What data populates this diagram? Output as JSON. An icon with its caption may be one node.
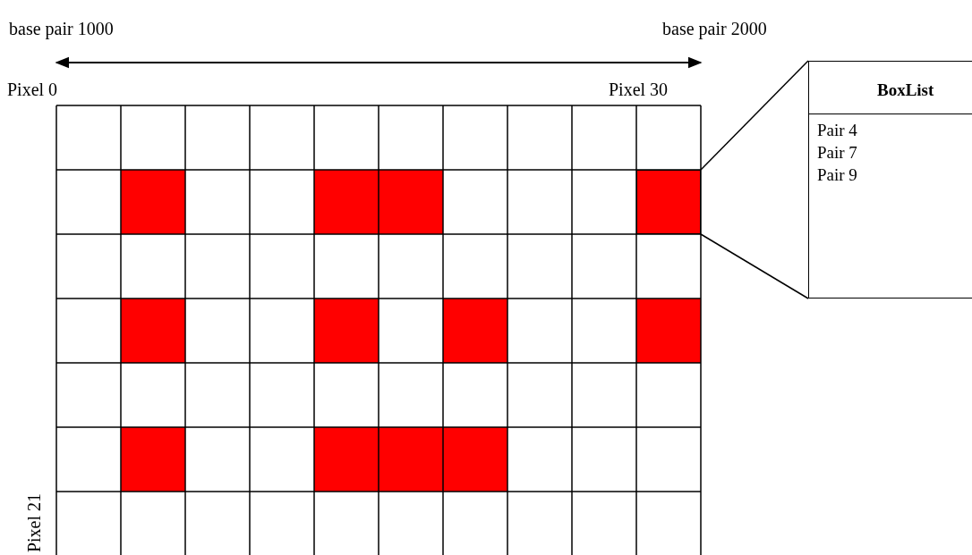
{
  "diagram": {
    "nodes": [
      {
        "text": [],
        "shape": "box"
      },
      {
        "text": [
          "BoxList",
          "Pair 4",
          "Pair 7",
          "Pair 9"
        ]
      }
    ],
    "edges": [
      {
        "from": 0,
        "to": 1,
        "arrow": "none"
      },
      {
        "from": 0,
        "to": 1,
        "arrow": "none"
      }
    ],
    "labels": [
      "base pair 1000",
      "base pair 2000",
      "Pixel 0",
      "Pixel 30",
      "Pixel 21"
    ]
  }
}
